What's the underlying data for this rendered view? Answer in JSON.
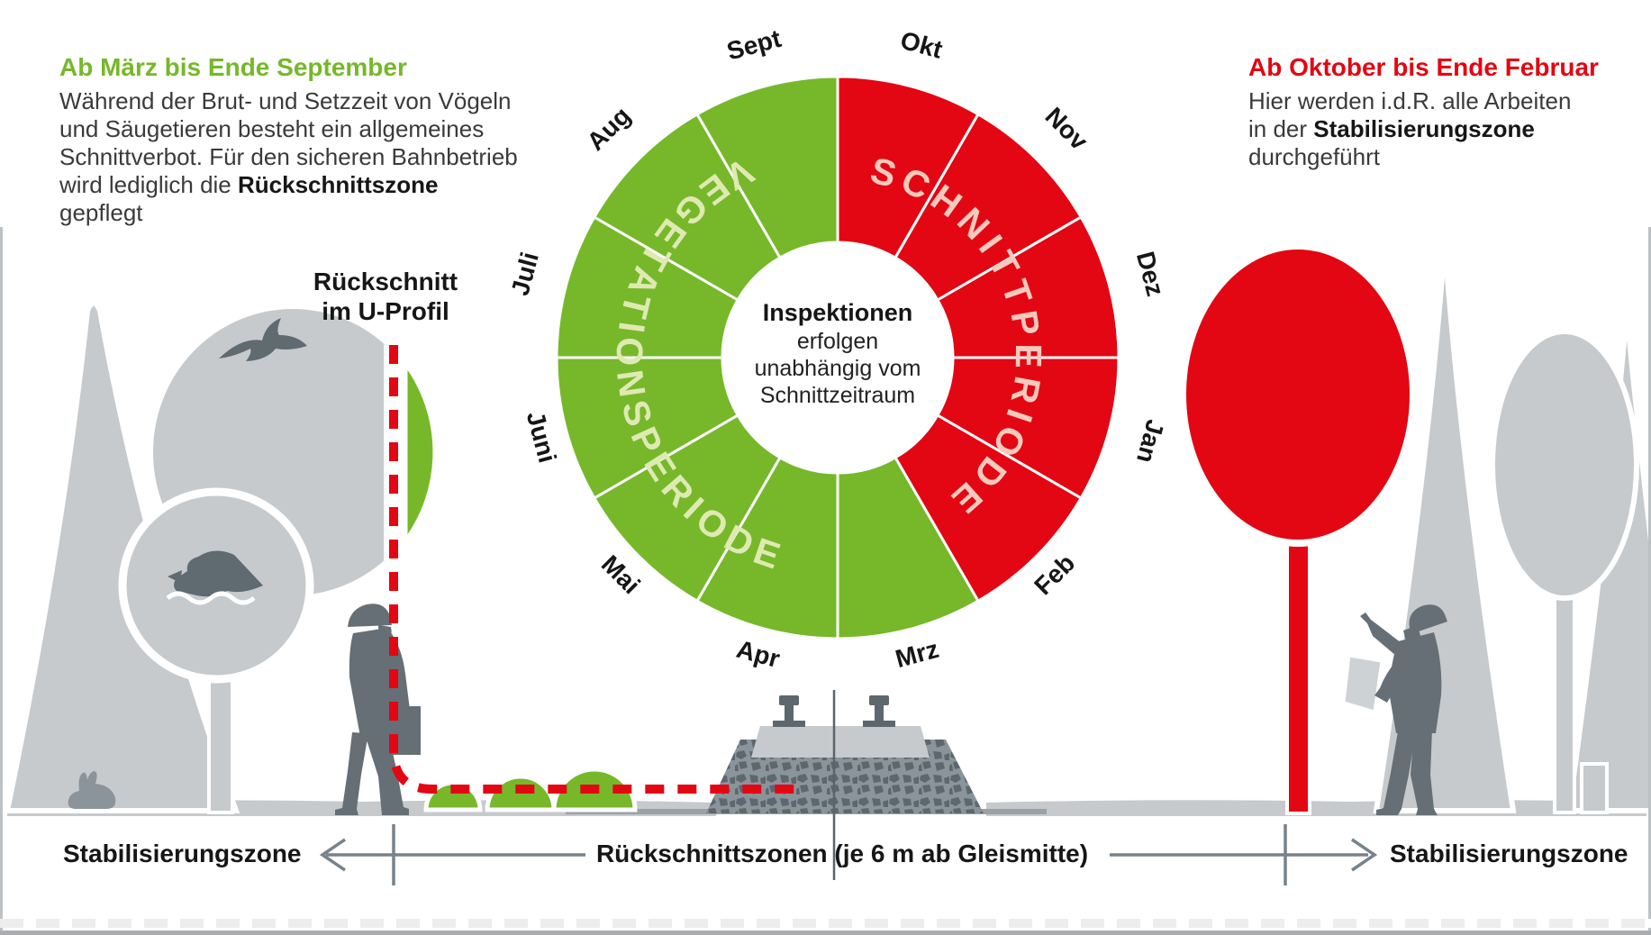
{
  "left_note": {
    "heading": "Ab März bis Ende September",
    "line1": "Während der Brut- und Setzzeit von Vögeln",
    "line2": "und Säugetieren besteht ein allgemeines",
    "line3": "Schnittverbot. Für den sicheren Bahnbetrieb",
    "line4_pre": "wird lediglich die ",
    "line4_bold": "Rückschnittszone",
    "line5": "gepflegt"
  },
  "right_note": {
    "heading": "Ab Oktober bis Ende Februar",
    "line1": "Hier werden i.d.R. alle Arbeiten",
    "line2_pre": "in der ",
    "line2_bold": "Stabilisierungszone",
    "line3": "durchgeführt"
  },
  "cutback_label": {
    "line1": "Rückschnitt",
    "line2": "im U-Profil"
  },
  "wheel": {
    "green_arc_label": "VEGETATIONSPERIODE",
    "red_arc_label": "SCHNITTPERIODE",
    "center": {
      "line1": "Inspektionen",
      "line2": "erfolgen",
      "line3": "unabhängig vom",
      "line4": "Schnittzeitraum"
    }
  },
  "zones": {
    "left": "Stabilisierungszone",
    "middle": "Rückschnittszonen (je 6 m ab Gleismitte)",
    "right": "Stabilisierungszone"
  },
  "colors": {
    "green": "#76b82a",
    "red": "#e30613",
    "pale_green_text": "#dfe9b2",
    "pale_red_text": "#f6c9bc",
    "tree_gray": "#c6cacc",
    "silhouette_gray": "#656f75"
  },
  "chart_data": {
    "type": "pie",
    "title": "Inspektionen erfolgen unabhängig vom Schnittzeitraum",
    "categories": [
      "Okt",
      "Nov",
      "Dez",
      "Jan",
      "Feb",
      "Mrz",
      "Apr",
      "Mai",
      "Juni",
      "Juli",
      "Aug",
      "Sept"
    ],
    "values": [
      1,
      1,
      1,
      1,
      1,
      1,
      1,
      1,
      1,
      1,
      1,
      1
    ],
    "start_angle_deg": 0,
    "groups": [
      {
        "label": "SCHNITTPERIODE",
        "months": [
          "Okt",
          "Nov",
          "Dez",
          "Jan",
          "Feb"
        ],
        "color": "#e30613"
      },
      {
        "label": "VEGETATIONSPERIODE",
        "months": [
          "Mrz",
          "Apr",
          "Mai",
          "Juni",
          "Juli",
          "Aug",
          "Sept"
        ],
        "color": "#76b82a"
      }
    ]
  }
}
